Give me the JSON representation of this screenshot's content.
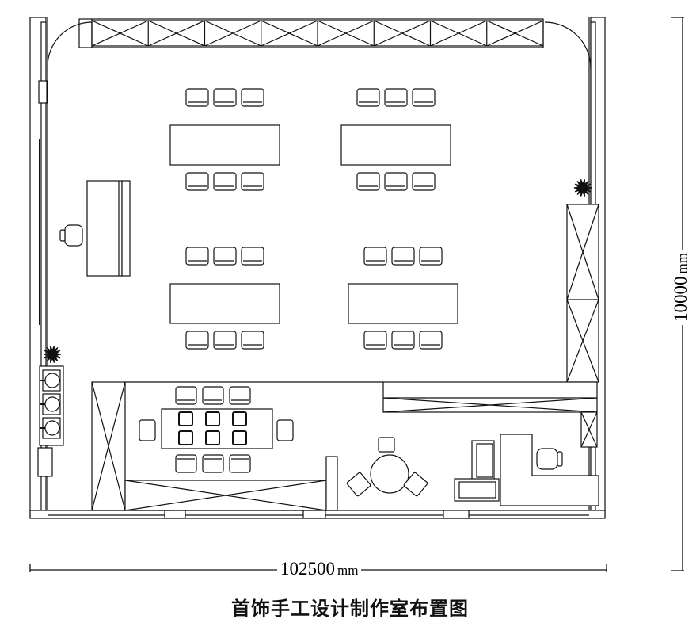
{
  "dimensions": {
    "width_value": "102500",
    "height_value": "10000",
    "unit": "mm"
  },
  "caption": "首饰手工设计制作室布置图"
}
